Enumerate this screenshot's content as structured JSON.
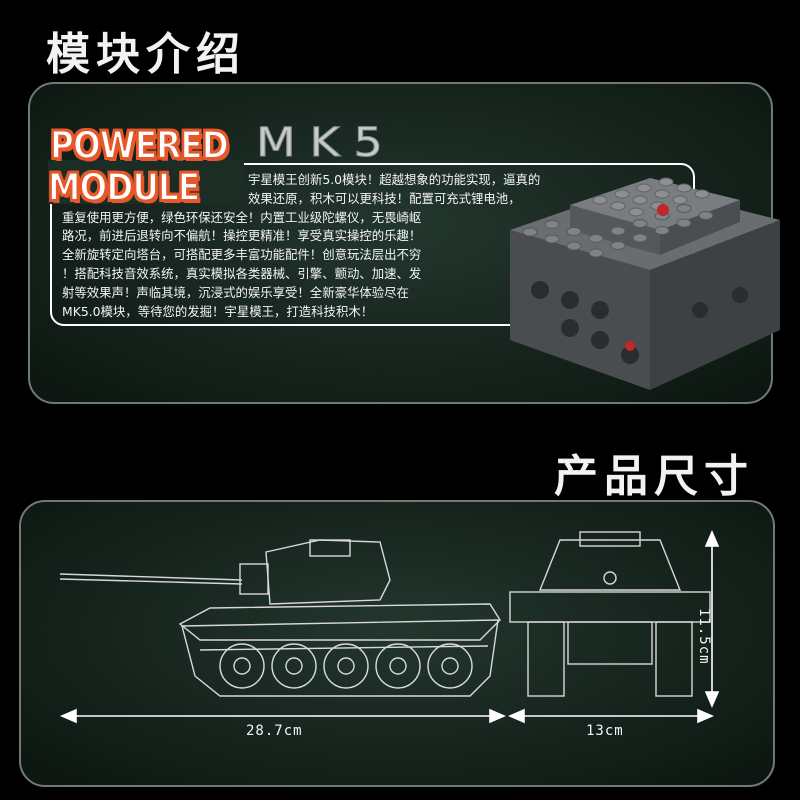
{
  "sections": {
    "module_title": "模块介绍",
    "size_title": "产品尺寸"
  },
  "badge": {
    "line1": "POWERED",
    "line2": "MODULE",
    "model": "MK5"
  },
  "description": {
    "lines": [
      "宇星模王创新5.0模块！超越想象的功能实现，逼真的",
      "效果还原，积木可以更科技！配置可充式锂电池，",
      "重复使用更方便，绿色环保还安全！内置工业级陀螺仪，无畏崎岖",
      "路况，前进后退转向不偏航！操控更精准！享受真实操控的乐趣！",
      "全新旋转定向塔台，可搭配更多丰富功能配件！创意玩法层出不穷",
      "！搭配科技音效系统，真实模拟各类器械、引擎、颤动、加速、发",
      "射等效果声！声临其境，沉浸式的娱乐享受！全新豪华体验尽在",
      "MK5.0模块，等待您的发掘！宇星模王，打造科技积木！"
    ]
  },
  "dimensions": {
    "length": "28.7cm",
    "width": "13cm",
    "height": "11.5cm"
  },
  "colors": {
    "background": "#000000",
    "panel": "#1b2d24",
    "panel_border": "#6f7a73",
    "badge_accent": "#e6582a",
    "module_grey": "#5c5f62",
    "button_red": "#c0262a",
    "line_art": "#d8d8d8"
  }
}
